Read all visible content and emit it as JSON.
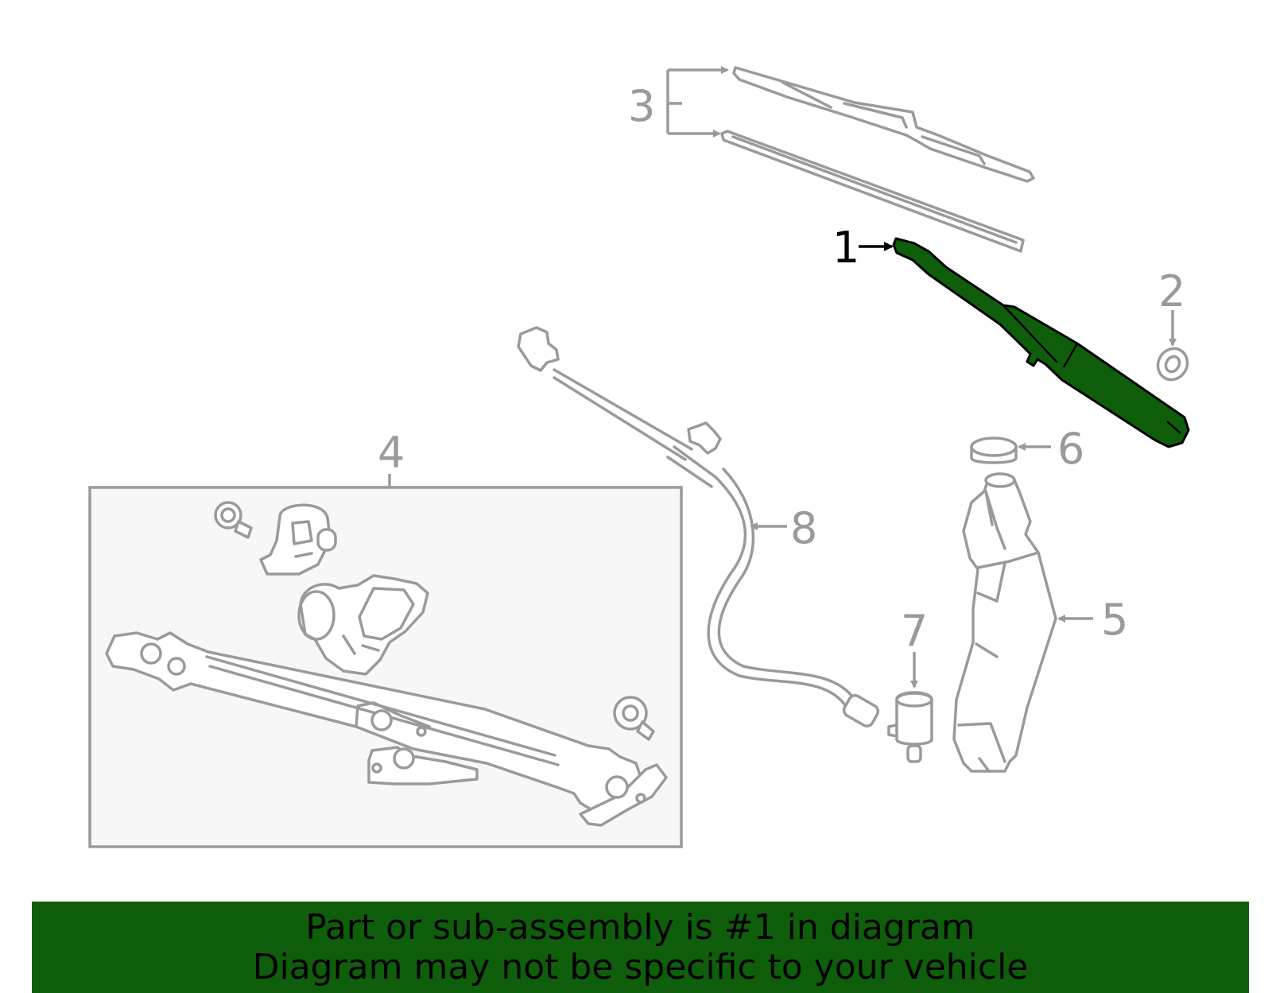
{
  "colors": {
    "highlight": "#0f5e0b",
    "banner": "#0f5e0b",
    "line": "#9a9a9a",
    "panel": "#f7f7f7",
    "active_label": "#000000"
  },
  "callouts": [
    "1",
    "2",
    "3",
    "4",
    "5",
    "6",
    "7",
    "8"
  ],
  "highlighted_part": "1",
  "banner": {
    "line1": "Part or sub-assembly is #1 in diagram",
    "line2": "Diagram may not be specific to your vehicle"
  }
}
